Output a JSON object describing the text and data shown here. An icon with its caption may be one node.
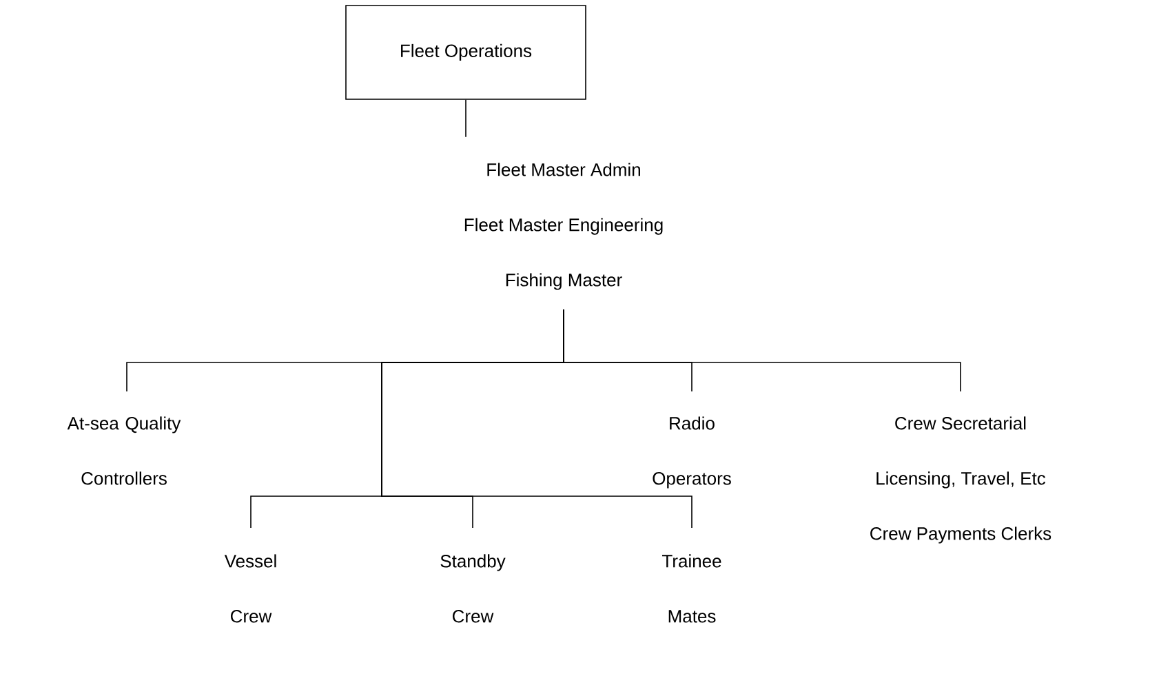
{
  "diagram": {
    "nodes": [
      {
        "text": [
          "Fleet Operations"
        ]
      },
      {
        "text": [
          "Fleet Master Admin",
          "Fleet Master Engineering",
          "Fishing Master"
        ]
      },
      {
        "text": [
          "At-sea Quality Controllers"
        ]
      },
      {
        "text": [
          "Radio Operators"
        ]
      },
      {
        "text": [
          "Crew Secretarial",
          "Licensing, Travel, Etc",
          "Crew Payments Clerks"
        ]
      },
      {
        "text": [
          "Vessel Crew"
        ]
      },
      {
        "text": [
          "Standby Crew"
        ]
      },
      {
        "text": [
          "Trainee Mates"
        ]
      }
    ],
    "edges": [
      {
        "from": 0,
        "to": 1,
        "arrow": "none"
      },
      {
        "from": 1,
        "to": 2,
        "arrow": "none"
      },
      {
        "from": 1,
        "to": 3,
        "arrow": "none"
      },
      {
        "from": 1,
        "to": 4,
        "arrow": "none"
      },
      {
        "from": 1,
        "to": 5,
        "arrow": "none"
      },
      {
        "from": 1,
        "to": 6,
        "arrow": "none"
      },
      {
        "from": 1,
        "to": 7,
        "arrow": "none"
      }
    ]
  }
}
